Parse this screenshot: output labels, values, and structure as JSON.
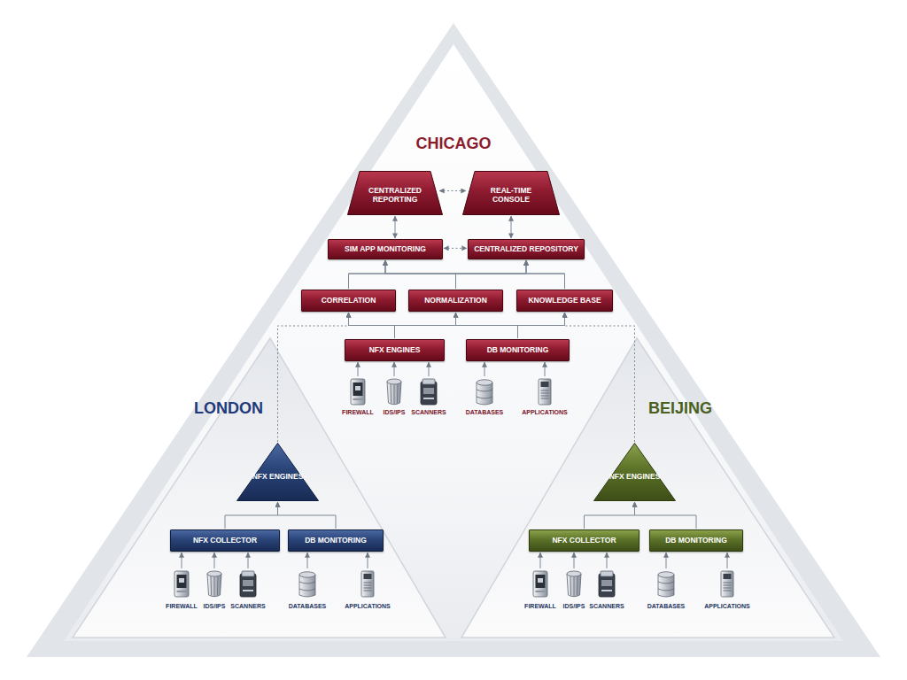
{
  "diagram": {
    "nodes": [
      {
        "text": [
          "CHICAGO"
        ]
      },
      {
        "text": [
          "CENTRALIZED REPORTING"
        ],
        "in": 0
      },
      {
        "text": [
          "REAL-TIME CONSOLE"
        ],
        "in": 0
      },
      {
        "text": [
          "SIM APP MONITORING"
        ],
        "in": 0
      },
      {
        "text": [
          "CENTRALIZED REPOSITORY"
        ],
        "in": 0
      },
      {
        "text": [
          "CORRELATION"
        ],
        "in": 0
      },
      {
        "text": [
          "NORMALIZATION"
        ],
        "in": 0
      },
      {
        "text": [
          "KNOWLEDGE BASE"
        ],
        "in": 0
      },
      {
        "text": [
          "NFX ENGINES"
        ],
        "in": 0
      },
      {
        "text": [
          "DB MONITORING"
        ],
        "in": 0
      },
      {
        "text": [
          "LONDON"
        ],
        "in": 0
      },
      {
        "text": [
          "NFX ENGINES"
        ],
        "in": 10
      },
      {
        "text": [
          "NFX COLLECTOR"
        ],
        "in": 10
      },
      {
        "text": [
          "DB MONITORING"
        ],
        "in": 10
      },
      {
        "text": [
          "BEIJING"
        ],
        "in": 0
      },
      {
        "text": [
          "NFX ENGINES"
        ],
        "in": 14
      },
      {
        "text": [
          "NFX COLLECTOR"
        ],
        "in": 14
      },
      {
        "text": [
          "DB MONITORING"
        ],
        "in": 14
      }
    ],
    "edges": [
      {
        "from": 1,
        "to": 2,
        "arrow": "both"
      },
      {
        "from": 1,
        "to": 3,
        "arrow": "both"
      },
      {
        "from": 2,
        "to": 4,
        "arrow": "both"
      },
      {
        "from": 3,
        "to": 4,
        "arrow": "both"
      },
      {
        "from": 5,
        "to": 3,
        "arrow": "to"
      },
      {
        "from": 6,
        "to": 3,
        "arrow": "to"
      },
      {
        "from": 7,
        "to": 3,
        "arrow": "to"
      },
      {
        "from": 5,
        "to": 4,
        "arrow": "to"
      },
      {
        "from": 6,
        "to": 4,
        "arrow": "to"
      },
      {
        "from": 7,
        "to": 4,
        "arrow": "to"
      },
      {
        "from": 8,
        "to": 5,
        "arrow": "to"
      },
      {
        "from": 8,
        "to": 6,
        "arrow": "to"
      },
      {
        "from": 8,
        "to": 7,
        "arrow": "to"
      },
      {
        "from": 9,
        "to": 5,
        "arrow": "to"
      },
      {
        "from": 9,
        "to": 6,
        "arrow": "to"
      },
      {
        "from": 9,
        "to": 7,
        "arrow": "to"
      },
      {
        "from": 11,
        "to": 5,
        "arrow": "to"
      },
      {
        "from": 15,
        "to": 7,
        "arrow": "to"
      },
      {
        "from": 12,
        "to": 11,
        "arrow": "to"
      },
      {
        "from": 13,
        "to": 11,
        "arrow": "to"
      },
      {
        "from": 16,
        "to": 15,
        "arrow": "to"
      },
      {
        "from": 17,
        "to": 15,
        "arrow": "to"
      }
    ],
    "labels": [
      "FIREWALL",
      "IDS/IPS",
      "SCANNERS",
      "DATABASES",
      "APPLICATIONS",
      "FIREWALL",
      "IDS/IPS",
      "SCANNERS",
      "DATABASES",
      "APPLICATIONS",
      "FIREWALL",
      "IDS/IPS",
      "SCANNERS",
      "DATABASES",
      "APPLICATIONS"
    ]
  }
}
